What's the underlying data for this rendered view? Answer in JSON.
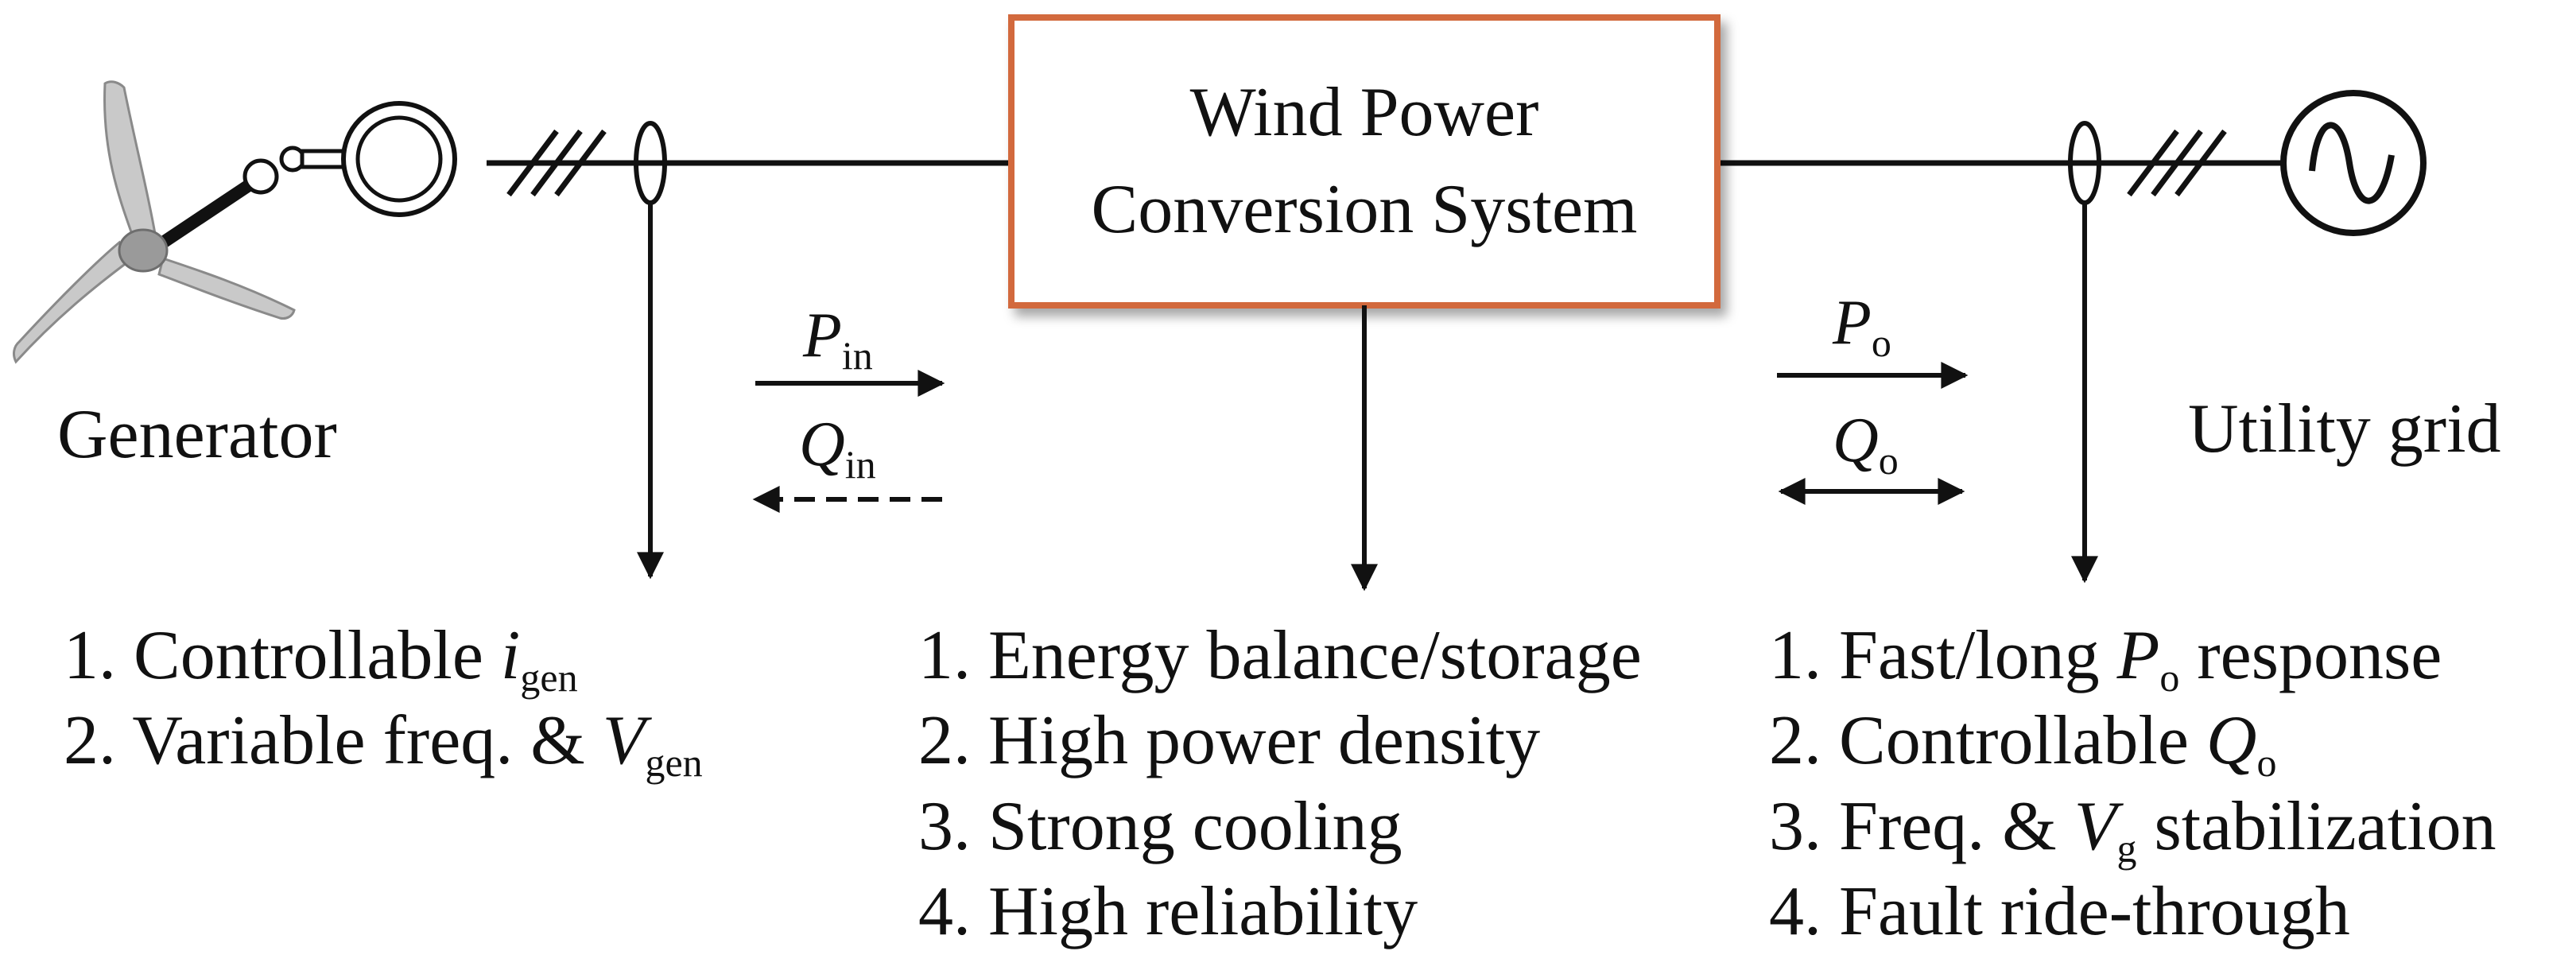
{
  "colors": {
    "line": "#111111",
    "box_border": "#d2693c",
    "turbine_blade": "#c9c9c9",
    "turbine_shadow": "#8a8a8a"
  },
  "icons": {
    "turbine": "wind-turbine-icon",
    "source": "ac-source-icon"
  },
  "center_box": {
    "line1": "Wind Power",
    "line2": "Conversion System"
  },
  "generator_label": "Generator",
  "grid_label": "Utility grid",
  "flows": {
    "p_in": {
      "symbol": "P",
      "sub": "in"
    },
    "q_in": {
      "symbol": "Q",
      "sub": "in"
    },
    "p_o": {
      "symbol": "P",
      "sub": "o"
    },
    "q_o": {
      "symbol": "Q",
      "sub": "o"
    }
  },
  "generator_reqs": {
    "item1_prefix": "1. Controllable ",
    "item1_var": "i",
    "item1_sub": "gen",
    "item2_prefix": "2. Variable freq. & ",
    "item2_var": "V",
    "item2_sub": "gen"
  },
  "system_reqs": {
    "item1": "1. Energy balance/storage",
    "item2": "2. High power density",
    "item3": "3. Strong cooling",
    "item4": "4. High reliability"
  },
  "grid_reqs": {
    "item1_prefix": "1. Fast/long ",
    "item1_var": "P",
    "item1_sub": "o",
    "item1_suffix": " response",
    "item2_prefix": "2. Controllable ",
    "item2_var": "Q",
    "item2_sub": "o",
    "item3_prefix": "3. Freq. & ",
    "item3_var": "V",
    "item3_sub": "g",
    "item3_suffix": " stabilization",
    "item4": "4. Fault ride-through"
  }
}
